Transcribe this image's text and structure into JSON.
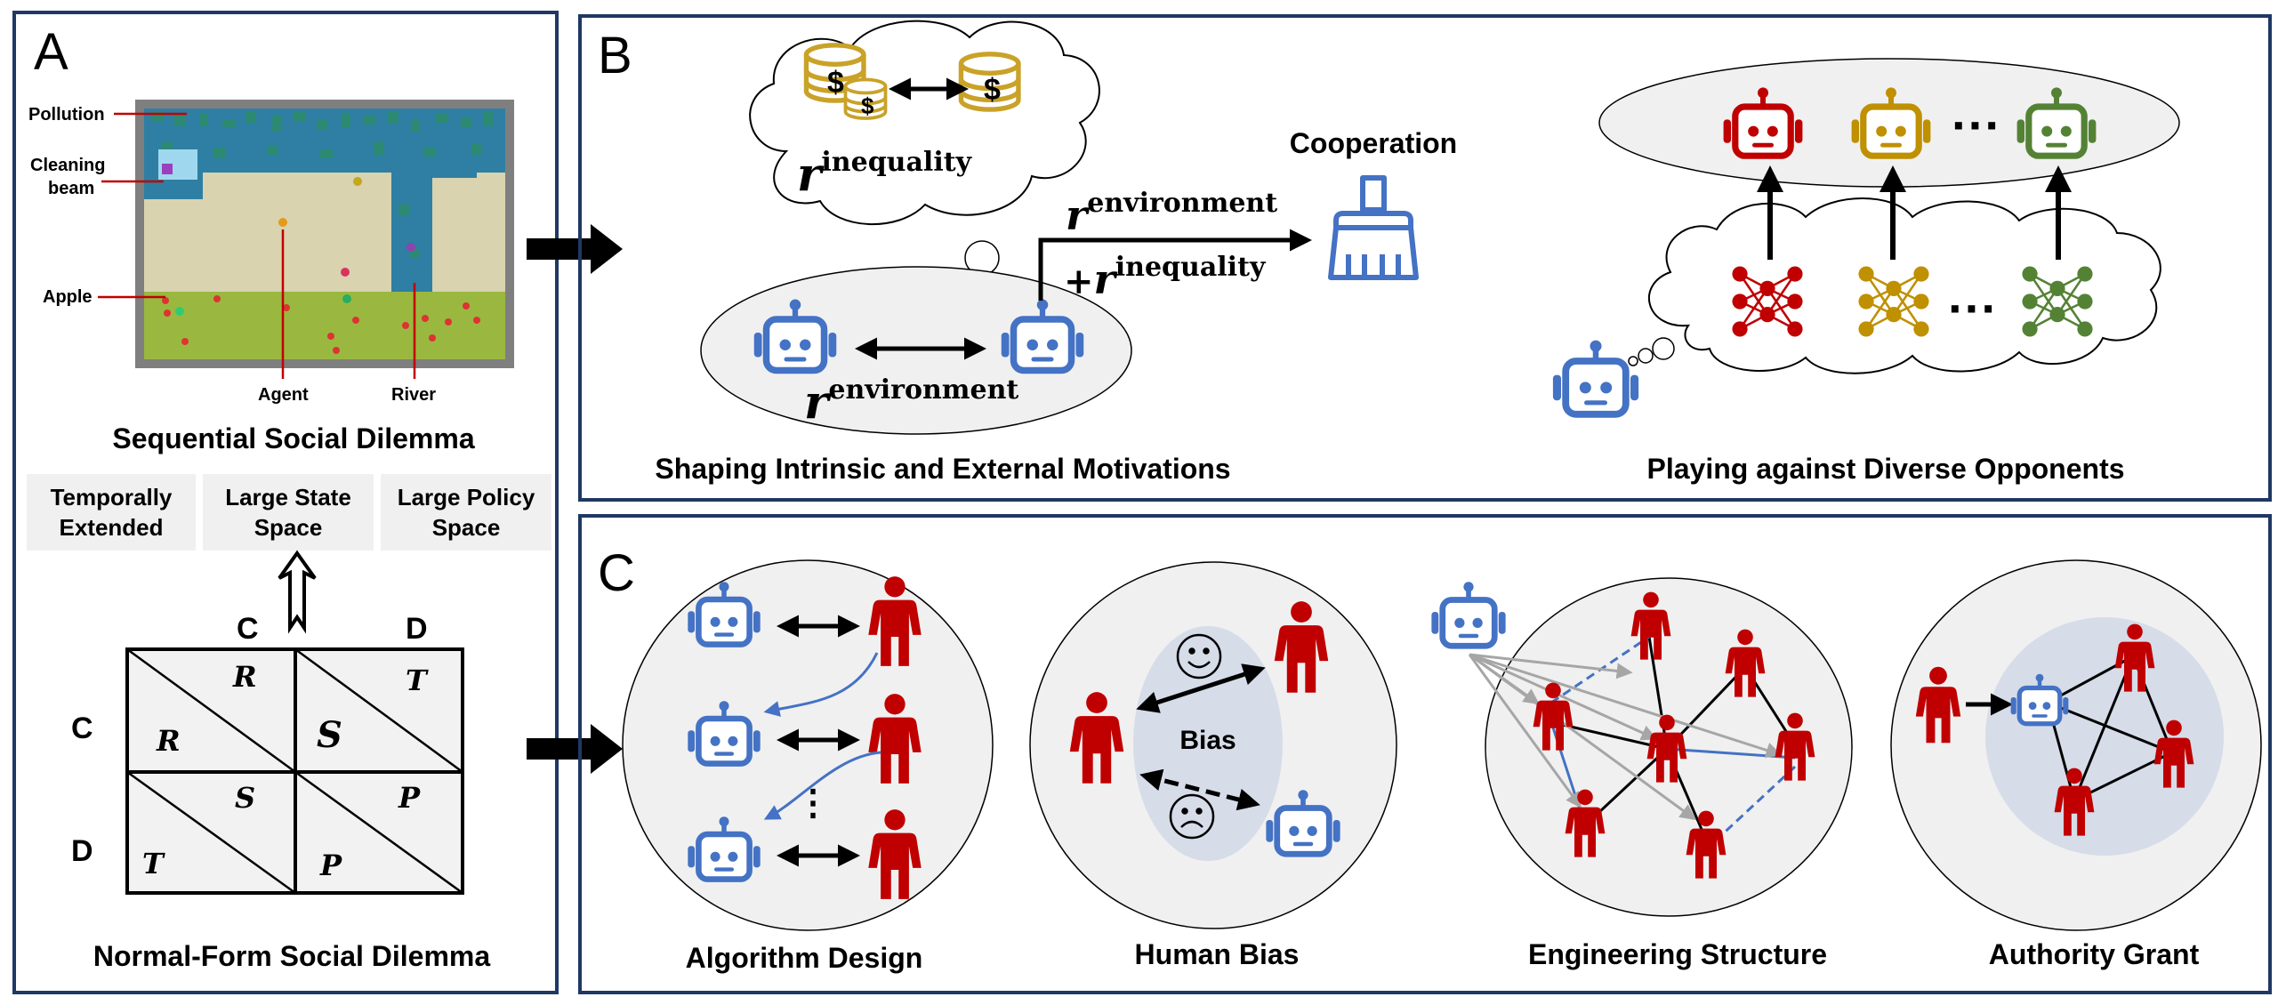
{
  "colors": {
    "frame": "#1f3864",
    "robot": "#4472c4",
    "human": "#c00000",
    "coin": "#c9a227",
    "green": "#548235",
    "gold": "#bf9000",
    "grayFill": "#f0f0f0",
    "innerBlue": "#d6dce8"
  },
  "panelA": {
    "letter": "A",
    "labels": {
      "pollution": "Pollution",
      "cleaning1": "Cleaning",
      "cleaning2": "beam",
      "apple": "Apple",
      "agent": "Agent",
      "river": "River"
    },
    "ssd_title": "Sequential Social Dilemma",
    "features": [
      {
        "line1": "Temporally",
        "line2": "Extended"
      },
      {
        "line1": "Large State",
        "line2": "Space"
      },
      {
        "line1": "Large Policy",
        "line2": "Space"
      }
    ],
    "matrix": {
      "col_c": "C",
      "col_d": "D",
      "row_c": "C",
      "row_d": "D",
      "cells": {
        "cc_top": "R",
        "cc_bottom": "R",
        "cd_top": "T",
        "cd_bottom": "S",
        "dc_top": "S",
        "dc_bottom": "T",
        "dd_top": "P",
        "dd_bottom": "P"
      }
    },
    "nfsd_title": "Normal-Form Social Dilemma"
  },
  "panelB": {
    "letter": "B",
    "r": "r",
    "sup_inequality": "inequality",
    "sup_environment": "environment",
    "plus": "+",
    "cooperation": "Cooperation",
    "caption_left": "Shaping Intrinsic and External Motivations",
    "caption_right": "Playing against Diverse Opponents",
    "ellipsis": "···"
  },
  "panelC": {
    "letter": "C",
    "bias": "Bias",
    "vdots": "⋮",
    "captions": [
      "Algorithm Design",
      "Human Bias",
      "Engineering Structure",
      "Authority Grant"
    ]
  }
}
